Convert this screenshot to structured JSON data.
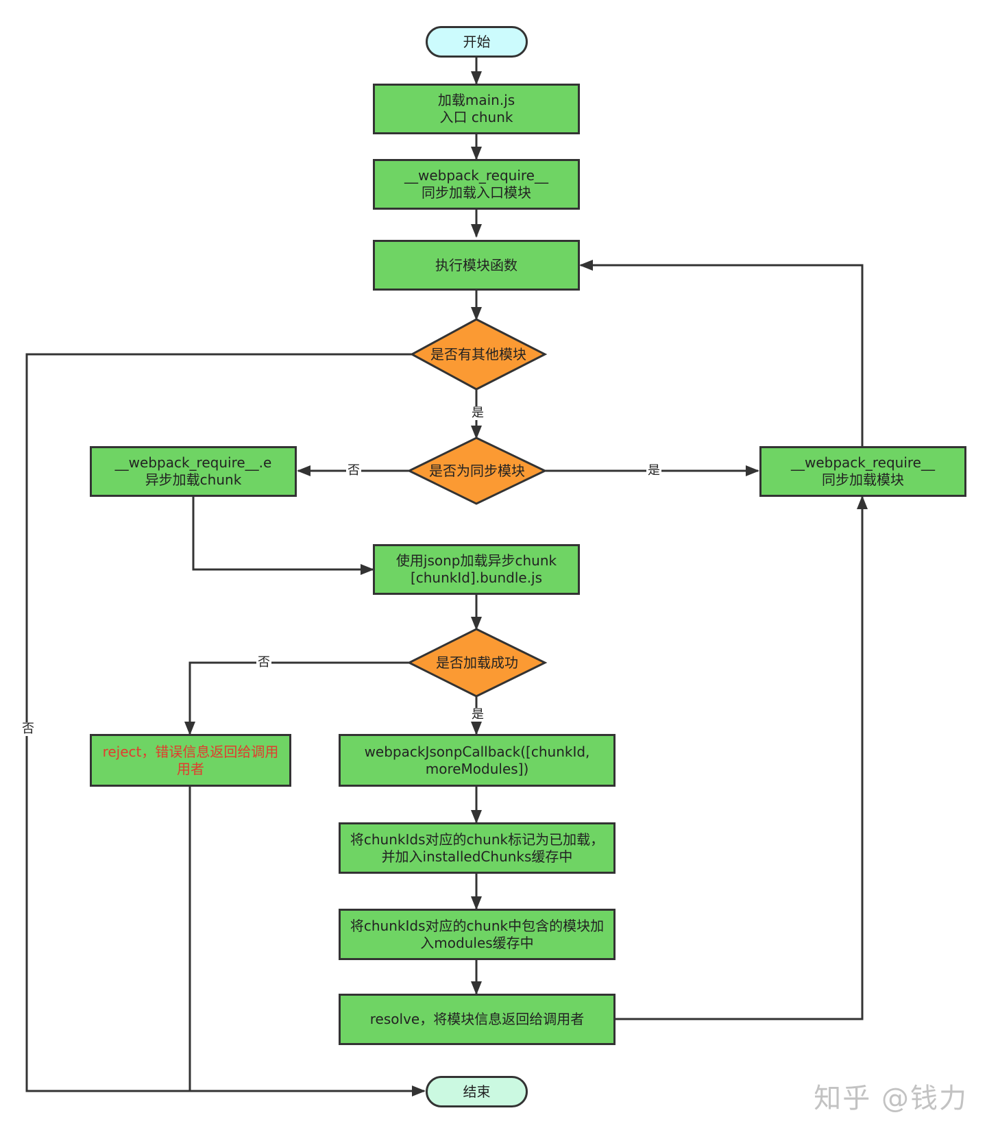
{
  "colors": {
    "process": "#6fd464",
    "decision": "#fb9a33",
    "start": "#ccfbfd",
    "end": "#cbf9e1",
    "line": "#333333",
    "error_text": "#e23b2e"
  },
  "nodes": {
    "start": "开始",
    "load_main": [
      "加载main.js",
      "入口 chunk"
    ],
    "sync_require_entry": [
      "__webpack_require__",
      "同步加载入口模块"
    ],
    "exec_module": "执行模块函数",
    "has_other_modules": "是否有其他模块",
    "is_sync_module": "是否为同步模块",
    "async_require": [
      "__webpack_require__.e",
      "异步加载chunk"
    ],
    "sync_require_module": [
      "__webpack_require__",
      "同步加载模块"
    ],
    "jsonp_load": [
      "使用jsonp加载异步chunk",
      "[chunkId].bundle.js"
    ],
    "load_success": "是否加载成功",
    "reject": [
      "reject，错误信息返回给调用",
      "用者"
    ],
    "jsonp_callback": [
      "webpackJsonpCallback([chunkId,",
      "moreModules])"
    ],
    "mark_installed": [
      "将chunkIds对应的chunk标记为已加载，",
      "并加入installedChunks缓存中"
    ],
    "add_modules": [
      "将chunkIds对应的chunk中包含的模块加",
      "入modules缓存中"
    ],
    "resolve": "resolve，将模块信息返回给调用者",
    "end": "结束"
  },
  "edge_labels": {
    "yes_other": "是",
    "no_sync": "否",
    "yes_sync": "是",
    "no_success": "否",
    "yes_success": "是",
    "no_other": "否"
  },
  "watermark": "知乎 @钱力"
}
